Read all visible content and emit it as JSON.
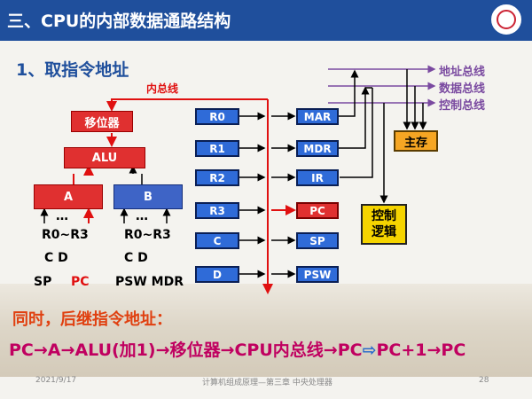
{
  "header": {
    "title": "三、CPU的内部数据通路结构"
  },
  "subtitle": "1、取指令地址",
  "inner_bus_label": "内总线",
  "units": {
    "shifter": "移位器",
    "alu": "ALU",
    "reg_a": "A",
    "reg_b": "B",
    "memory": "主存",
    "control": [
      "控制",
      "逻辑"
    ]
  },
  "inputs_a": {
    "dots": "…",
    "rows": [
      "R0~R3",
      "C  D"
    ],
    "sp": "SP",
    "pc": "PC"
  },
  "inputs_b": {
    "dots": "…",
    "rows": [
      "R0~R3",
      "C    D",
      "PSW  MDR"
    ]
  },
  "left_regs": [
    "R0",
    "R1",
    "R2",
    "R3",
    "C",
    "D"
  ],
  "right_regs": [
    "MAR",
    "MDR",
    "IR",
    "PC",
    "SP",
    "PSW"
  ],
  "buses": [
    "地址总线",
    "数据总线",
    "控制总线"
  ],
  "bottom": {
    "line1": "同时，后继指令地址：",
    "path": [
      "PC",
      "→",
      "A",
      "→",
      "ALU(加1)",
      "→",
      "移位器",
      "→",
      "CPU内总线",
      "→",
      "PC",
      "⇨",
      "PC+1",
      "→",
      "PC"
    ]
  },
  "footer": {
    "date": "2021/9/17",
    "center": "计算机组成原理—第三章 中央处理器",
    "page": "28"
  }
}
